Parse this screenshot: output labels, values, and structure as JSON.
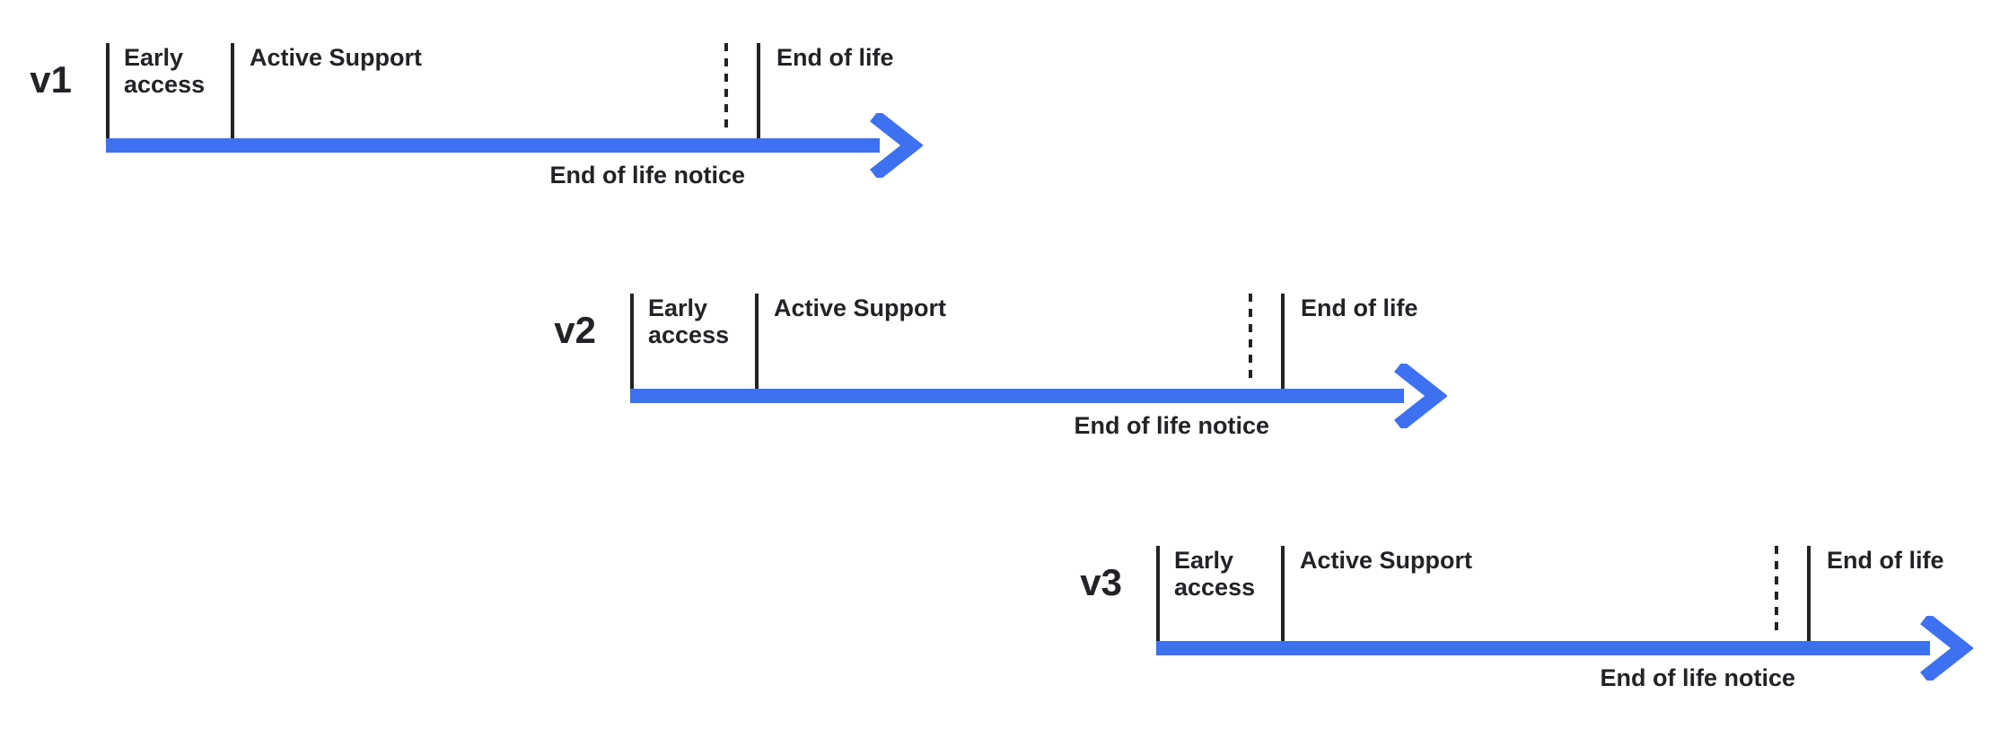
{
  "diagram": {
    "background": "#ffffff",
    "text_color": "#212326",
    "line_color": "#212326",
    "arrow_color": "#3E70F2",
    "labels": {
      "early_access": "Early access",
      "active_support": "Active Support",
      "end_of_life": "End of life",
      "end_of_life_notice": "End of life notice"
    },
    "timelines": [
      {
        "version": "v1"
      },
      {
        "version": "v2"
      },
      {
        "version": "v3"
      }
    ]
  }
}
